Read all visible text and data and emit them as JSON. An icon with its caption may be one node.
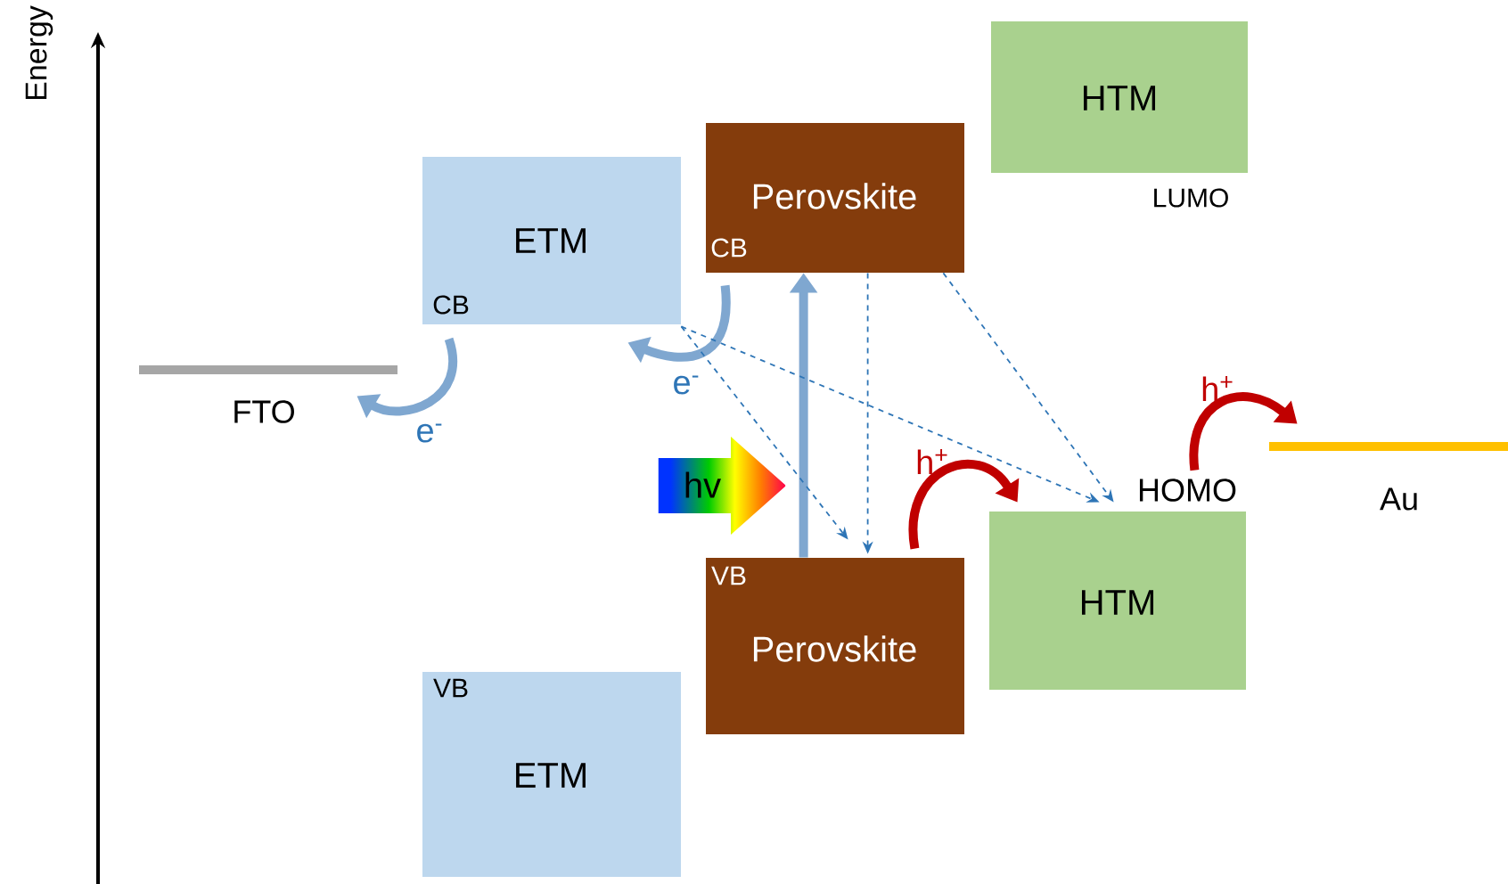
{
  "diagram": {
    "nodes": [
      {
        "text": [
          "HTM"
        ],
        "beside": [
          "LUMO"
        ]
      },
      {
        "text": [
          "ETM",
          "CB"
        ]
      },
      {
        "text": [
          "Perovskite",
          "CB"
        ]
      },
      {
        "text": [
          "FTO"
        ]
      },
      {
        "text": [
          "hv"
        ]
      },
      {
        "text": [
          "VB",
          "Perovskite"
        ]
      },
      {
        "text": [
          "HOMO",
          "HTM"
        ]
      },
      {
        "text": [
          "Au"
        ]
      },
      {
        "text": [
          "VB",
          "ETM"
        ]
      }
    ],
    "edges": [
      {
        "from": 1,
        "to": 3,
        "arrow": "to",
        "label": "e$^{-}$"
      },
      {
        "from": 2,
        "to": 1,
        "arrow": "to",
        "label": "e$^{-}$"
      },
      {
        "from": 5,
        "to": 2,
        "arrow": "to"
      },
      {
        "from": 2,
        "to": 5,
        "arrow": "to",
        "style": "dashed"
      },
      {
        "from": 2,
        "to": 6,
        "arrow": "to",
        "style": "dashed"
      },
      {
        "from": 1,
        "to": 5,
        "arrow": "to",
        "style": "dashed"
      },
      {
        "from": 1,
        "to": 6,
        "arrow": "to",
        "style": "dashed"
      },
      {
        "from": 5,
        "to": 6,
        "arrow": "to",
        "label": "h$^{+}$",
        "color": "#c00000"
      },
      {
        "from": 6,
        "to": 7,
        "arrow": "to",
        "label": "h$^{+}$",
        "color": "#c00000"
      }
    ],
    "labels": [
      "Energy"
    ]
  }
}
